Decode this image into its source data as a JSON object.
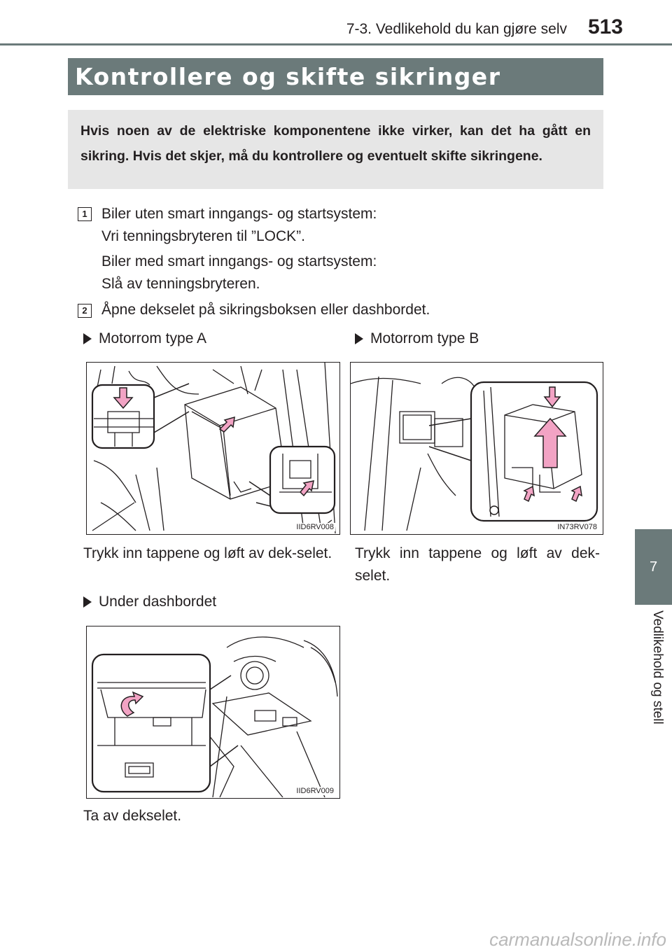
{
  "header": {
    "section": "7-3. Vedlikehold du kan gjøre selv",
    "page_number": "513"
  },
  "side_tab": {
    "chapter": "7",
    "label": "Vedlikehold og stell"
  },
  "title": "Kontrollere og skifte sikringer",
  "intro": "Hvis noen av de elektriske komponentene ikke virker, kan det ha gått en sikring. Hvis det skjer, må du kontrollere og eventuelt skifte sikringene.",
  "steps": [
    {
      "number": "1",
      "line1": "Biler uten smart inngangs- og startsystem:",
      "line2": "Vri tenningsbryteren til ”LOCK”.",
      "line3": "Biler med smart inngangs- og startsystem:",
      "line4": "Slå av tenningsbryteren."
    },
    {
      "number": "2",
      "text": "Åpne dekselet på sikringsboksen eller dashbordet."
    }
  ],
  "figures": [
    {
      "heading": "Motorrom type A",
      "code": "IID6RV008",
      "caption": "Trykk inn tappene og løft av dek-selet."
    },
    {
      "heading": "Motorrom type B",
      "code": "IN73RV078",
      "caption": "Trykk inn tappene og løft av dek-selet."
    },
    {
      "heading": "Under dashbordet",
      "code": "IID6RV009",
      "caption": "Ta av dekselet."
    }
  ],
  "colors": {
    "accent": "#6b7a7a",
    "intro_bg": "#e6e6e6",
    "arrow": "#f2a3c4"
  },
  "watermark": "carmanualsonline.info"
}
